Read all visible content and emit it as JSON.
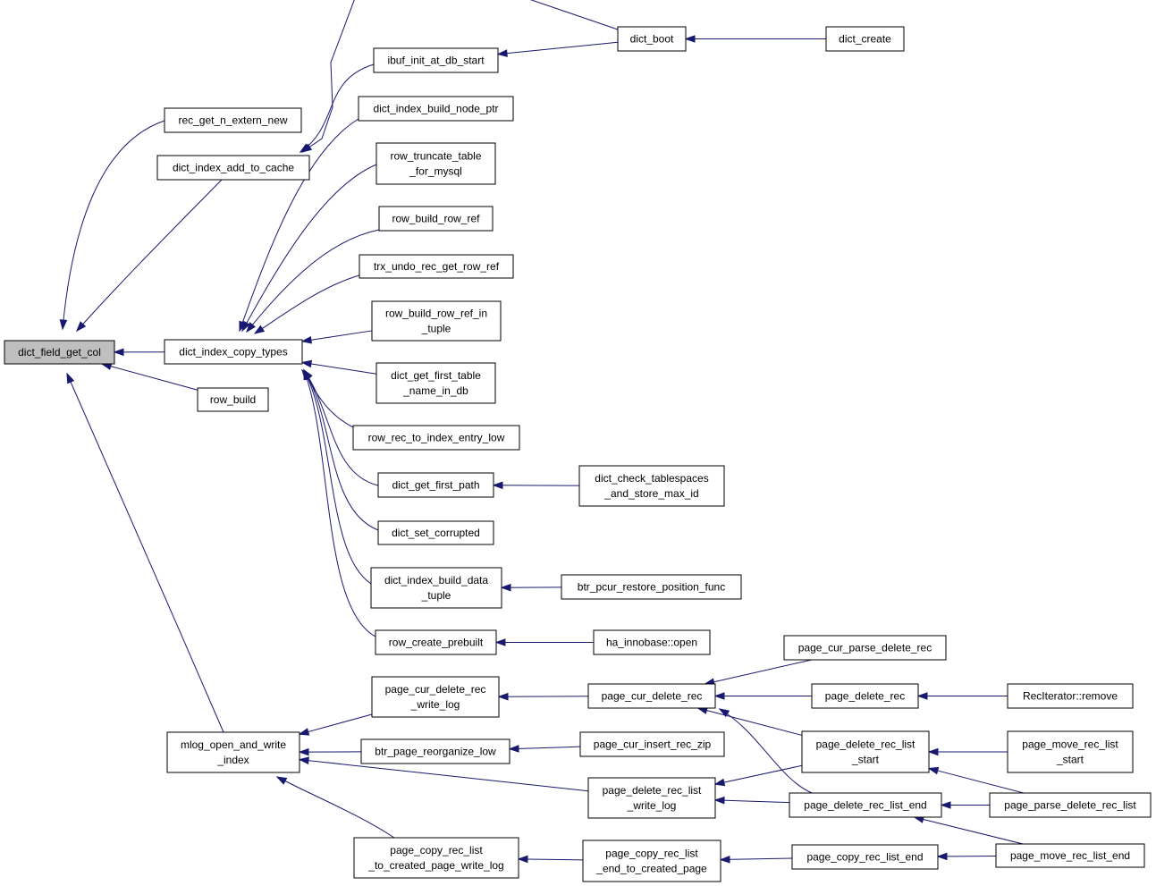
{
  "colors": {
    "edge": "#191970",
    "root_fill": "#bfbfbf",
    "node_fill": "#ffffff"
  },
  "nodes": {
    "dict_field_get_col": [
      "dict_field_get_col"
    ],
    "rec_get_n_extern_new": [
      "rec_get_n_extern_new"
    ],
    "dict_index_add_to_cache": [
      "dict_index_add_to_cache"
    ],
    "dict_index_copy_types": [
      "dict_index_copy_types"
    ],
    "row_build": [
      "row_build"
    ],
    "mlog_open_and_write_index": [
      "mlog_open_and_write",
      "_index"
    ],
    "ibuf_init_at_db_start": [
      "ibuf_init_at_db_start"
    ],
    "dict_boot": [
      "dict_boot"
    ],
    "dict_create": [
      "dict_create"
    ],
    "dict_index_build_node_ptr": [
      "dict_index_build_node_ptr"
    ],
    "row_truncate_table_for_mysql": [
      "row_truncate_table",
      "_for_mysql"
    ],
    "row_build_row_ref": [
      "row_build_row_ref"
    ],
    "trx_undo_rec_get_row_ref": [
      "trx_undo_rec_get_row_ref"
    ],
    "row_build_row_ref_in_tuple": [
      "row_build_row_ref_in",
      "_tuple"
    ],
    "dict_get_first_table_name_in_db": [
      "dict_get_first_table",
      "_name_in_db"
    ],
    "row_rec_to_index_entry_low": [
      "row_rec_to_index_entry_low"
    ],
    "dict_get_first_path": [
      "dict_get_first_path"
    ],
    "dict_check_tablespaces_and_store_max_id": [
      "dict_check_tablespaces",
      "_and_store_max_id"
    ],
    "dict_set_corrupted": [
      "dict_set_corrupted"
    ],
    "dict_index_build_data_tuple": [
      "dict_index_build_data",
      "_tuple"
    ],
    "btr_pcur_restore_position_func": [
      "btr_pcur_restore_position_func"
    ],
    "row_create_prebuilt": [
      "row_create_prebuilt"
    ],
    "ha_innobase_open": [
      "ha_innobase::open"
    ],
    "page_cur_delete_rec_write_log": [
      "page_cur_delete_rec",
      "_write_log"
    ],
    "btr_page_reorganize_low": [
      "btr_page_reorganize_low"
    ],
    "page_copy_rec_list_to_created_page_write_log": [
      "page_copy_rec_list",
      "_to_created_page_write_log"
    ],
    "page_cur_delete_rec": [
      "page_cur_delete_rec"
    ],
    "page_cur_insert_rec_zip": [
      "page_cur_insert_rec_zip"
    ],
    "page_delete_rec_list_write_log": [
      "page_delete_rec_list",
      "_write_log"
    ],
    "page_copy_rec_list_end_to_created_page": [
      "page_copy_rec_list",
      "_end_to_created_page"
    ],
    "page_cur_parse_delete_rec": [
      "page_cur_parse_delete_rec"
    ],
    "page_delete_rec": [
      "page_delete_rec"
    ],
    "page_delete_rec_list_start": [
      "page_delete_rec_list",
      "_start"
    ],
    "page_delete_rec_list_end": [
      "page_delete_rec_list_end"
    ],
    "page_copy_rec_list_end": [
      "page_copy_rec_list_end"
    ],
    "RecIterator_remove": [
      "RecIterator::remove"
    ],
    "page_move_rec_list_start": [
      "page_move_rec_list",
      "_start"
    ],
    "page_parse_delete_rec_list": [
      "page_parse_delete_rec_list"
    ],
    "page_move_rec_list_end": [
      "page_move_rec_list_end"
    ]
  },
  "edges": [
    [
      "rec_get_n_extern_new",
      "dict_field_get_col"
    ],
    [
      "dict_index_add_to_cache",
      "dict_field_get_col"
    ],
    [
      "dict_index_copy_types",
      "dict_field_get_col"
    ],
    [
      "row_build",
      "dict_field_get_col"
    ],
    [
      "mlog_open_and_write_index",
      "dict_field_get_col"
    ],
    [
      "ibuf_init_at_db_start",
      "dict_index_add_to_cache"
    ],
    [
      "dict_boot",
      "dict_index_add_to_cache"
    ],
    [
      "dict_boot",
      "ibuf_init_at_db_start"
    ],
    [
      "dict_create",
      "dict_boot"
    ],
    [
      "dict_index_build_node_ptr",
      "dict_index_copy_types"
    ],
    [
      "row_truncate_table_for_mysql",
      "dict_index_copy_types"
    ],
    [
      "row_build_row_ref",
      "dict_index_copy_types"
    ],
    [
      "trx_undo_rec_get_row_ref",
      "dict_index_copy_types"
    ],
    [
      "row_build_row_ref_in_tuple",
      "dict_index_copy_types"
    ],
    [
      "dict_get_first_table_name_in_db",
      "dict_index_copy_types"
    ],
    [
      "row_rec_to_index_entry_low",
      "dict_index_copy_types"
    ],
    [
      "dict_get_first_path",
      "dict_index_copy_types"
    ],
    [
      "dict_set_corrupted",
      "dict_index_copy_types"
    ],
    [
      "dict_index_build_data_tuple",
      "dict_index_copy_types"
    ],
    [
      "row_create_prebuilt",
      "dict_index_copy_types"
    ],
    [
      "dict_check_tablespaces_and_store_max_id",
      "dict_get_first_path"
    ],
    [
      "btr_pcur_restore_position_func",
      "dict_index_build_data_tuple"
    ],
    [
      "ha_innobase_open",
      "row_create_prebuilt"
    ],
    [
      "page_cur_delete_rec_write_log",
      "mlog_open_and_write_index"
    ],
    [
      "btr_page_reorganize_low",
      "mlog_open_and_write_index"
    ],
    [
      "page_delete_rec_list_write_log",
      "mlog_open_and_write_index"
    ],
    [
      "page_copy_rec_list_to_created_page_write_log",
      "mlog_open_and_write_index"
    ],
    [
      "page_cur_delete_rec",
      "page_cur_delete_rec_write_log"
    ],
    [
      "page_cur_insert_rec_zip",
      "btr_page_reorganize_low"
    ],
    [
      "page_copy_rec_list_end_to_created_page",
      "page_copy_rec_list_to_created_page_write_log"
    ],
    [
      "page_cur_parse_delete_rec",
      "page_cur_delete_rec"
    ],
    [
      "page_delete_rec",
      "page_cur_delete_rec"
    ],
    [
      "page_delete_rec_list_start",
      "page_cur_delete_rec"
    ],
    [
      "page_delete_rec_list_end",
      "page_cur_delete_rec"
    ],
    [
      "page_delete_rec_list_start",
      "page_delete_rec_list_write_log"
    ],
    [
      "page_delete_rec_list_end",
      "page_delete_rec_list_write_log"
    ],
    [
      "page_copy_rec_list_end",
      "page_copy_rec_list_end_to_created_page"
    ],
    [
      "RecIterator_remove",
      "page_delete_rec"
    ],
    [
      "page_move_rec_list_start",
      "page_delete_rec_list_start"
    ],
    [
      "page_parse_delete_rec_list",
      "page_delete_rec_list_start"
    ],
    [
      "page_parse_delete_rec_list",
      "page_delete_rec_list_end"
    ],
    [
      "page_move_rec_list_end",
      "page_delete_rec_list_end"
    ],
    [
      "page_move_rec_list_end",
      "page_copy_rec_list_end"
    ]
  ]
}
